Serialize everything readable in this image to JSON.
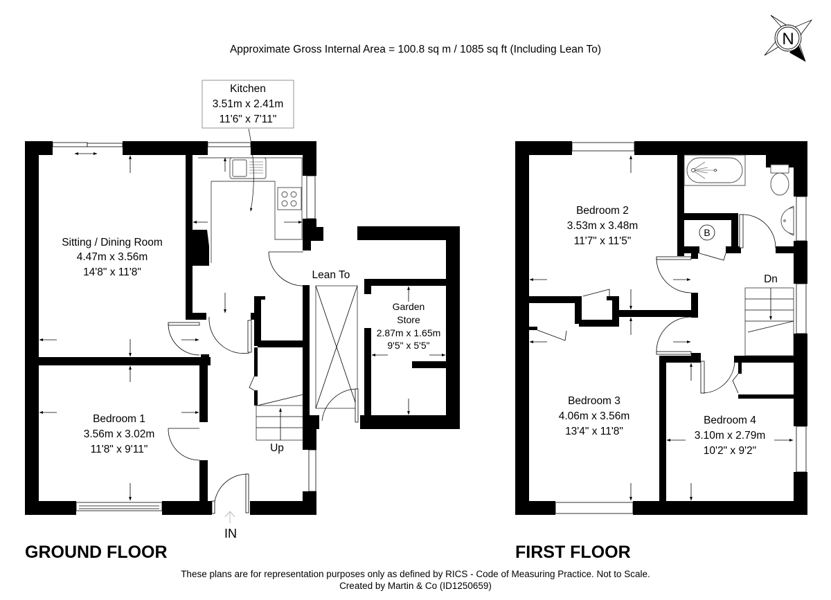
{
  "header": {
    "area_text": "Approximate Gross Internal Area = 100.8 sq m / 1085 sq ft (Including Lean To)"
  },
  "compass": {
    "label": "N",
    "icon": "north-compass-icon"
  },
  "ground_floor": {
    "title": "GROUND FLOOR",
    "entrance_label": "IN",
    "stairs_label": "Up",
    "rooms": [
      {
        "name": "Kitchen",
        "metric": "3.51m x 2.41m",
        "imperial": "11'6\" x 7'11\""
      },
      {
        "name": "Sitting / Dining Room",
        "metric": "4.47m x 3.56m",
        "imperial": "14'8\" x 11'8\""
      },
      {
        "name": "Bedroom 1",
        "metric": "3.56m x 3.02m",
        "imperial": "11'8\" x 9'11\""
      },
      {
        "name": "Lean To"
      },
      {
        "name_line1": "Garden",
        "name_line2": "Store",
        "metric": "2.87m x 1.65m",
        "imperial": "9'5\" x 5'5\""
      }
    ]
  },
  "first_floor": {
    "title": "FIRST FLOOR",
    "stairs_label": "Dn",
    "boiler_label": "B",
    "rooms": [
      {
        "name": "Bedroom 2",
        "metric": "3.53m x 3.48m",
        "imperial": "11'7\" x 11'5\""
      },
      {
        "name": "Bedroom 3",
        "metric": "4.06m x 3.56m",
        "imperial": "13'4\" x 11'8\""
      },
      {
        "name": "Bedroom 4",
        "metric": "3.10m x 2.79m",
        "imperial": "10'2\" x 9'2\""
      }
    ]
  },
  "footer": {
    "disclaimer": "These plans are for representation purposes only as defined by RICS - Code of Measuring Practice. Not to Scale.",
    "credit": "Created by Martin & Co (ID1250659)"
  }
}
